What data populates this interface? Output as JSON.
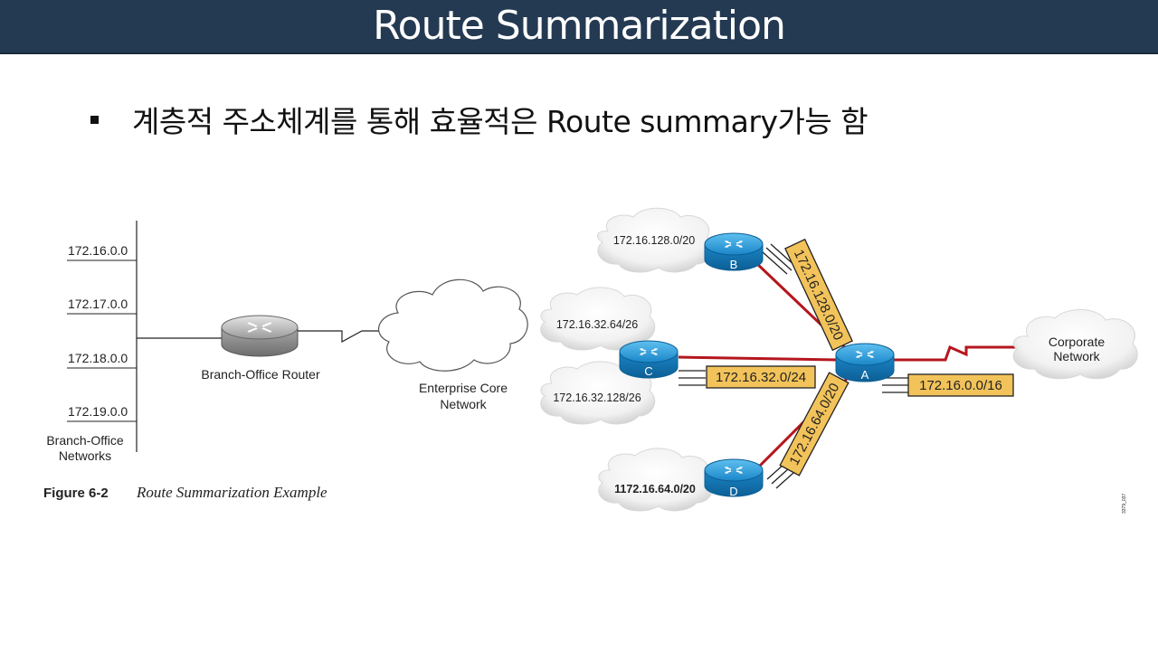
{
  "slide": {
    "title": "Route Summarization",
    "bullet": "계층적 주소체계를 통해 효율적은 Route summary가능 함"
  },
  "left_figure": {
    "networks": [
      "172.16.0.0",
      "172.17.0.0",
      "172.18.0.0",
      "172.19.0.0"
    ],
    "networks_label_line1": "Branch-Office",
    "networks_label_line2": "Networks",
    "router_label": "Branch-Office Router",
    "cloud_label_line1": "Enterprise Core",
    "cloud_label_line2": "Network",
    "caption_number": "Figure 6-2",
    "caption_title": "Route Summarization Example"
  },
  "right_figure": {
    "routers": {
      "a": "A",
      "b": "B",
      "c": "C",
      "d": "D"
    },
    "clouds": {
      "b_net": "172.16.128.0/20",
      "c_net1": "172.16.32.64/26",
      "c_net2": "172.16.32.128/26",
      "d_net": "1172.16.64.0/20",
      "corporate_line1": "Corporate",
      "corporate_line2": "Network"
    },
    "summaries": {
      "b_to_a": "172.16.128.0/20",
      "c_to_a": "172.16.32.0/24",
      "d_to_a": "172.16.64.0/20",
      "a_to_corp": "172.16.0.0/16"
    },
    "figure_id": "3379_037"
  },
  "colors": {
    "title_bar": "#243a52",
    "router_blue": "#1e8fd0",
    "link_red": "#b5161e",
    "summary_box": "#f2c35a"
  }
}
